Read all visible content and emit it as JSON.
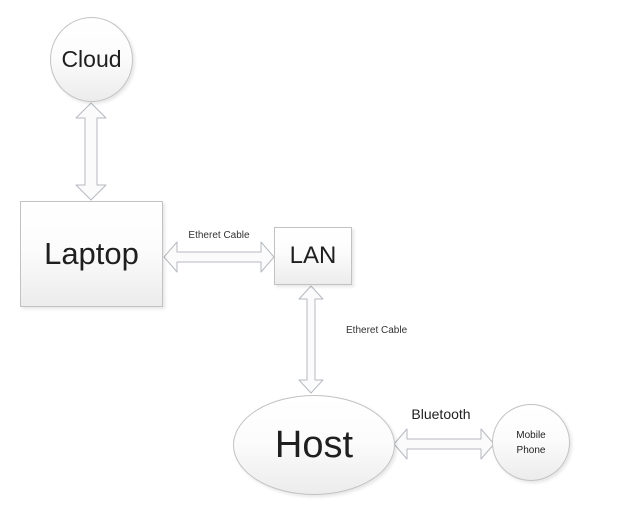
{
  "diagram": {
    "nodes": {
      "cloud": {
        "label": "Cloud",
        "shape": "ellipse"
      },
      "laptop": {
        "label": "Laptop",
        "shape": "rectangle"
      },
      "lan": {
        "label": "LAN",
        "shape": "rectangle"
      },
      "host": {
        "label": "Host",
        "shape": "ellipse"
      },
      "mobile_phone": {
        "label": "Mobile Phone",
        "shape": "ellipse"
      }
    },
    "edges": [
      {
        "from": "Cloud",
        "to": "Laptop",
        "label": "",
        "type": "double-arrow"
      },
      {
        "from": "Laptop",
        "to": "LAN",
        "label": "Etheret Cable",
        "type": "double-arrow"
      },
      {
        "from": "LAN",
        "to": "Host",
        "label": "Etheret Cable",
        "type": "double-arrow"
      },
      {
        "from": "Host",
        "to": "Mobile Phone",
        "label": "Bluetooth",
        "type": "double-arrow"
      }
    ],
    "colors": {
      "background": "#ffffff",
      "shape_fill": "#f2f2f2",
      "shape_border": "#c2c2c2",
      "arrow_fill": "#fbfbfb",
      "arrow_stroke": "#b5bac0",
      "text": "#1f1f1f"
    }
  }
}
